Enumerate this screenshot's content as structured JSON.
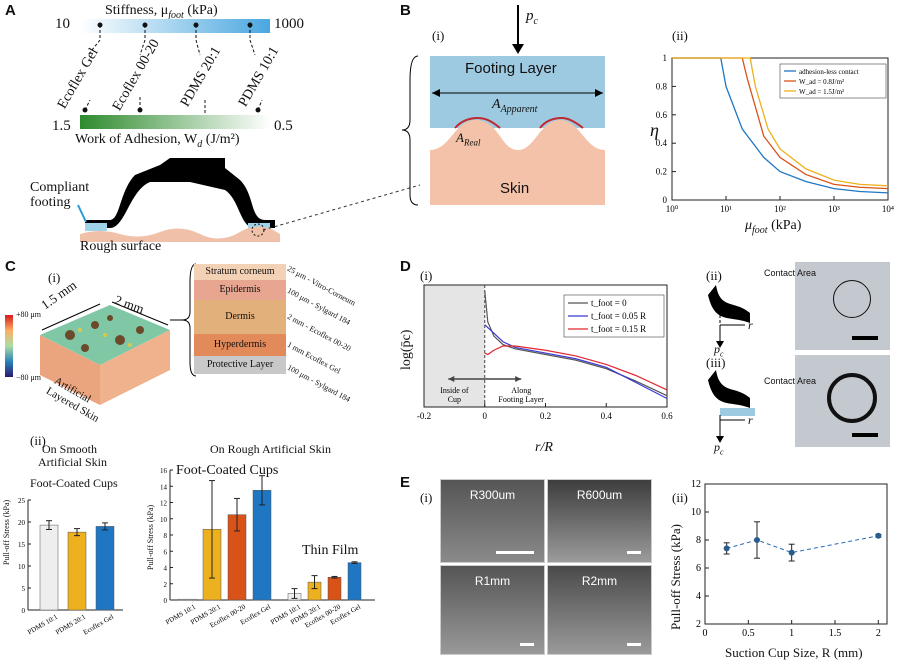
{
  "panels": {
    "A": "A",
    "B": "B",
    "C": "C",
    "D": "D",
    "E": "E"
  },
  "panelA": {
    "stiffness_label": "Stiffness, μ",
    "stiffness_sub": "foot",
    "stiffness_unit": " (kPa)",
    "stiff_min": "10",
    "stiff_max": "1000",
    "materials": [
      "Ecoflex Gel",
      "Ecoflex 00-20",
      "PDMS 20:1",
      "PDMS 10:1"
    ],
    "adhesion_min": "1.5",
    "adhesion_max": "0.5",
    "adhesion_label": "Work of Adhesion, W",
    "adhesion_sub": "d",
    "adhesion_unit": " (J/m²)",
    "compliant_footing": "Compliant footing",
    "rough_surface": "Rough surface"
  },
  "panelB": {
    "i": "(i)",
    "ii": "(ii)",
    "pc": "p",
    "pc_sub": "c",
    "footing_layer": "Footing Layer",
    "a_apparent": "A",
    "a_apparent_sub": "Apparent",
    "a_real": "A",
    "a_real_sub": "Real",
    "skin": "Skin",
    "chart": {
      "ylabel": "η",
      "xlabel": "μ",
      "xlabel_sub": "foot",
      "xlabel_unit": " (kPa)",
      "yticks": [
        "0",
        "0.2",
        "0.4",
        "0.6",
        "0.8",
        "1"
      ],
      "xticks": [
        "10⁰",
        "10¹",
        "10²",
        "10³",
        "10⁴"
      ],
      "legend": [
        "adhesion-less contact",
        "W_ad = 0.8J/m²",
        "W_ad = 1.5J/m²"
      ],
      "colors": [
        "#1f77c4",
        "#d95319",
        "#edb120"
      ]
    }
  },
  "panelC": {
    "i": "(i)",
    "ii": "(ii)",
    "scale_top": "+80 μm",
    "scale_bot": "−80 μm",
    "dim1": "1.5 mm",
    "dim2": "2 mm",
    "block_label1": "Artificial",
    "block_label2": "Layered Skin",
    "layers": [
      "Stratum corneum",
      "Epidermis",
      "Dermis",
      "Hyperdermis",
      "Protective Layer"
    ],
    "layer_notes": [
      "25 μm - Vitro-Corneum",
      "100 μm - Sylgard 184",
      "2 mm - Ecoflex 00-20",
      "1 mm Ecoflex Gel",
      "100 μm - Sylgard 184"
    ],
    "smooth_title1": "On Smooth",
    "smooth_title2": "Artificial Skin",
    "rough_title": "On Rough Artificial Skin",
    "foot_cups": "Foot-Coated Cups",
    "thin_film": "Thin Film",
    "ylabel": "Pull-off Stress (kPa)",
    "smooth_ticks": [
      "0",
      "5",
      "10",
      "15",
      "20",
      "25"
    ],
    "rough_ticks": [
      "0",
      "2",
      "4",
      "6",
      "8",
      "10",
      "12",
      "14",
      "16"
    ],
    "categories": [
      "PDMS 10:1",
      "PDMS 20:1",
      "Ecoflex 00-20",
      "Ecoflex Gel"
    ]
  },
  "panelD": {
    "i": "(i)",
    "ii": "(ii)",
    "iii": "(iii)",
    "ylabel": "log(p̄c)",
    "xlabel": "r/R",
    "xticks": [
      "-0.2",
      "0",
      "0.2",
      "0.4",
      "0.6"
    ],
    "legend": [
      "t_foot = 0",
      "t_foot = 0.05 R",
      "t_foot = 0.15 R"
    ],
    "inside": "Inside of\nCup",
    "along": "Along\nFooting Layer",
    "contact_area": "Contact Area",
    "r": "r",
    "pc": "p",
    "pc_sub": "c"
  },
  "panelE": {
    "i": "(i)",
    "ii": "(ii)",
    "photos": [
      "R300um",
      "R600um",
      "R1mm",
      "R2mm"
    ],
    "ylabel": "Pull-off Stress (kPa)",
    "xlabel": "Suction Cup Size, R (mm)",
    "yticks": [
      "2",
      "4",
      "6",
      "8",
      "10",
      "12"
    ],
    "xticks": [
      "0",
      "0.5",
      "1",
      "1.5",
      "2"
    ]
  },
  "chart_data": [
    {
      "type": "line",
      "title": "",
      "xlabel": "μfoot (kPa)",
      "ylabel": "η",
      "xscale": "log",
      "xlim": [
        1,
        10000
      ],
      "ylim": [
        0,
        1
      ],
      "series": [
        {
          "name": "adhesion-less contact",
          "x": [
            1,
            8,
            10,
            20,
            50,
            100,
            300,
            1000,
            3000,
            10000
          ],
          "y": [
            1,
            1,
            0.8,
            0.5,
            0.3,
            0.2,
            0.13,
            0.08,
            0.06,
            0.05
          ]
        },
        {
          "name": "W_ad = 0.8J/m²",
          "x": [
            1,
            20,
            25,
            50,
            100,
            300,
            1000,
            3000,
            10000
          ],
          "y": [
            1,
            1,
            0.85,
            0.45,
            0.3,
            0.18,
            0.11,
            0.09,
            0.08
          ]
        },
        {
          "name": "W_ad = 1.5J/m²",
          "x": [
            1,
            28,
            35,
            60,
            100,
            300,
            1000,
            3000,
            10000
          ],
          "y": [
            1,
            1,
            0.8,
            0.5,
            0.36,
            0.22,
            0.14,
            0.11,
            0.1
          ]
        }
      ]
    },
    {
      "type": "bar",
      "title": "On Smooth Artificial Skin",
      "ylabel": "Pull-off Stress (kPa)",
      "ylim": [
        0,
        25
      ],
      "categories": [
        "PDMS 10:1",
        "PDMS 20:1",
        "Ecoflex Gel"
      ],
      "values": [
        19.3,
        17.7,
        19.0
      ],
      "errors": [
        1.0,
        0.8,
        0.8
      ],
      "colors": [
        "#eeeeee",
        "#edb120",
        "#1f77c4"
      ]
    },
    {
      "type": "bar",
      "title": "On Rough Artificial Skin",
      "ylabel": "Pull-off Stress (kPa)",
      "ylim": [
        0,
        16
      ],
      "groups": [
        {
          "name": "Foot-Coated Cups",
          "categories": [
            "PDMS 10:1",
            "PDMS 20:1",
            "Ecoflex 00-20",
            "Ecoflex Gel"
          ],
          "values": [
            0.1,
            8.7,
            10.5,
            13.5
          ],
          "errors": [
            0,
            6.0,
            2.0,
            1.8
          ]
        },
        {
          "name": "Thin Film",
          "categories": [
            "PDMS 10:1",
            "PDMS 20:1",
            "Ecoflex 00-20",
            "Ecoflex Gel"
          ],
          "values": [
            0.8,
            2.2,
            2.8,
            4.6
          ],
          "errors": [
            0.6,
            0.8,
            0.1,
            0.1
          ]
        }
      ],
      "colors": [
        "#eeeeee",
        "#edb120",
        "#d95319",
        "#1f77c4"
      ]
    },
    {
      "type": "line",
      "xlabel": "r/R",
      "ylabel": "log(p̄c)",
      "xlim": [
        -0.2,
        0.6
      ],
      "series": [
        {
          "name": "t_foot = 0",
          "x": [
            0,
            0.01,
            0.03,
            0.06,
            0.1,
            0.2,
            0.3,
            0.4,
            0.5,
            0.6
          ],
          "y": [
            3.3,
            2.2,
            1.7,
            1.4,
            1.25,
            1.05,
            0.85,
            0.55,
            0.1,
            -0.4
          ]
        },
        {
          "name": "t_foot = 0.05 R",
          "x": [
            0,
            0.01,
            0.03,
            0.06,
            0.1,
            0.2,
            0.3,
            0.4,
            0.5,
            0.6
          ],
          "y": [
            2.1,
            2.0,
            1.8,
            1.5,
            1.3,
            1.1,
            0.9,
            0.6,
            0.05,
            -0.5
          ]
        },
        {
          "name": "t_foot = 0.15 R",
          "x": [
            0,
            0.01,
            0.03,
            0.06,
            0.1,
            0.2,
            0.3,
            0.4,
            0.5,
            0.6
          ],
          "y": [
            1.1,
            1.05,
            1.2,
            1.35,
            1.35,
            1.2,
            1.0,
            0.7,
            0.3,
            -0.2
          ]
        }
      ],
      "colors": [
        "#555555",
        "#3a3ad6",
        "#e0282e"
      ]
    },
    {
      "type": "scatter",
      "xlabel": "Suction Cup Size, R (mm)",
      "ylabel": "Pull-off Stress (kPa)",
      "xlim": [
        0,
        2.1
      ],
      "ylim": [
        2,
        12
      ],
      "x": [
        0.25,
        0.6,
        1.0,
        2.0
      ],
      "y": [
        7.4,
        8.0,
        7.1,
        8.3
      ],
      "errors": [
        0.4,
        1.3,
        0.6,
        0.1
      ]
    }
  ]
}
